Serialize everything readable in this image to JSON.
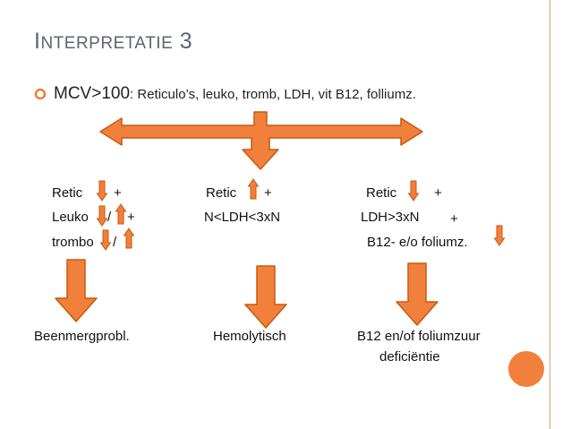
{
  "slide": {
    "title_first_letter": "I",
    "title_rest": "NTERPRETATIE",
    "title_number": "3",
    "bullet_lead": "MCV>100",
    "bullet_rest": ": Reticulo’s, leuko, tromb, LDH, vit B12, folliumz."
  },
  "columns": {
    "left": {
      "retic": "Retic",
      "retic_sign": "+",
      "leuko": "Leuko",
      "leuko_slash": "/",
      "leuko_sign": "+",
      "trombo": "trombo",
      "trombo_slash": "/",
      "result": "Beenmergprobl."
    },
    "middle": {
      "retic": "Retic",
      "retic_sign": "+",
      "ldh": "N<LDH<3xN",
      "result": "Hemolytisch"
    },
    "right": {
      "retic": "Retic",
      "retic_sign": "+",
      "ldh": "LDH>3xN",
      "ldh_sign": "+",
      "b12": "B12- e/o foliumz.",
      "result_line1": "B12 en/of foliumzuur",
      "result_line2": "deficiëntie"
    }
  },
  "colors": {
    "arrow_fill": "#f0803c",
    "arrow_stroke": "#c55a11",
    "title": "#5b6670",
    "accent_line": "#e8a07a"
  },
  "icons": {
    "up": "arrow-up-icon",
    "down": "arrow-down-icon",
    "bullet": "ring-bullet-icon",
    "circle": "decor-circle-icon"
  }
}
